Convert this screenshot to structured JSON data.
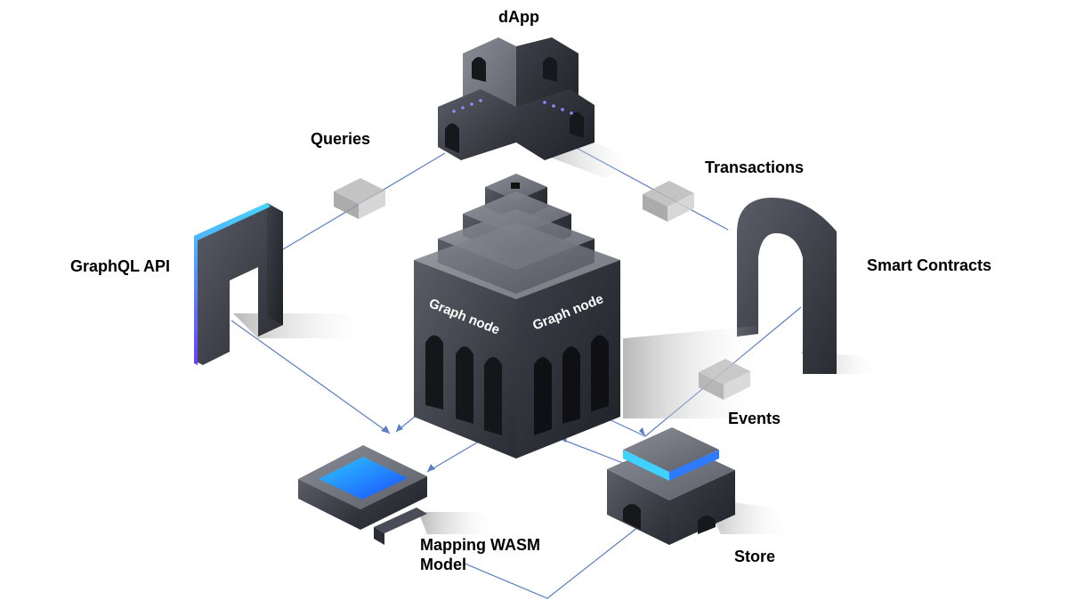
{
  "diagram": {
    "labels": {
      "dapp": "dApp",
      "queries": "Queries",
      "transactions": "Transactions",
      "graphql_api": "GraphQL API",
      "smart_contracts": "Smart Contracts",
      "events": "Events",
      "store": "Store",
      "mapping_line1": "Mapping WASM",
      "mapping_line2": "Model"
    },
    "building_text": {
      "left_face": "Graph node",
      "right_face": "Graph node"
    },
    "colors": {
      "connector_line": "#5b7fbf",
      "block_dark": "#34363f",
      "block_mid": "#4a4d57",
      "block_light": "#6e717b",
      "accent_blue": "#2f7bff",
      "accent_cyan": "#3fd2ff",
      "accent_purple": "#6a3cff"
    }
  }
}
